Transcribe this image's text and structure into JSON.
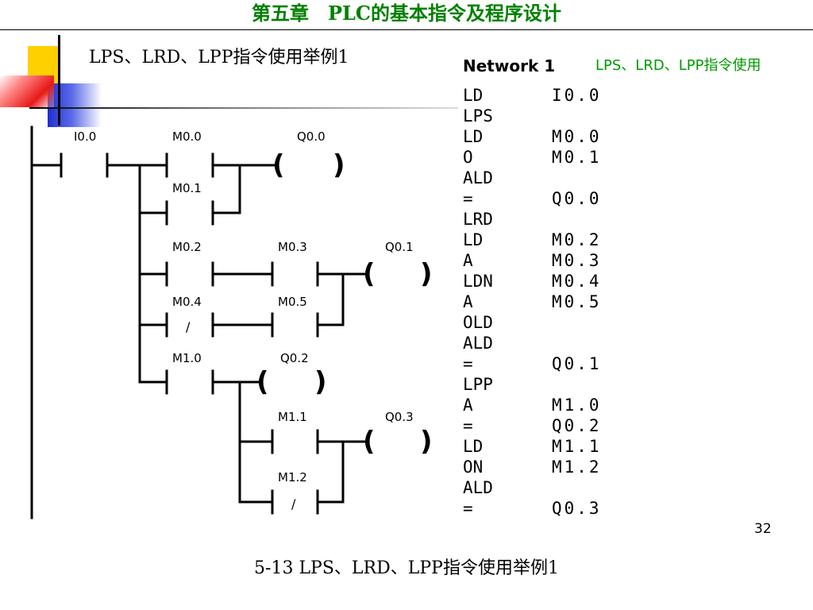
{
  "header": {
    "chapter_title": "第五章　PLC的基本指令及程序设计"
  },
  "slide": {
    "subtitle": "LPS、LRD、LPP指令使用举例1",
    "page_number": "32"
  },
  "caption": "5-13 LPS、LRD、LPP指令使用举例1",
  "ladder": {
    "labels": {
      "i00": "I0.0",
      "m00": "M0.0",
      "m01": "M0.1",
      "q00": "Q0.0",
      "m02": "M0.2",
      "m03": "M0.3",
      "q01": "Q0.1",
      "m04": "M0.4",
      "m05": "M0.5",
      "m10": "M1.0",
      "q02": "Q0.2",
      "m11": "M1.1",
      "q03": "Q0.3",
      "m12": "M1.2"
    },
    "negation_mark": "/",
    "coil_open": "(",
    "coil_close": ")"
  },
  "program": {
    "network_title": "Network 1",
    "network_comment": "LPS、LRD、LPP指令使用",
    "lines": [
      {
        "op": "LD",
        "arg": "I0.0"
      },
      {
        "op": "LPS",
        "arg": ""
      },
      {
        "op": "LD",
        "arg": "M0.0"
      },
      {
        "op": "O",
        "arg": "M0.1"
      },
      {
        "op": "ALD",
        "arg": ""
      },
      {
        "op": "=",
        "arg": "Q0.0"
      },
      {
        "op": "LRD",
        "arg": ""
      },
      {
        "op": "LD",
        "arg": "M0.2"
      },
      {
        "op": "A",
        "arg": "M0.3"
      },
      {
        "op": "LDN",
        "arg": "M0.4"
      },
      {
        "op": "A",
        "arg": "M0.5"
      },
      {
        "op": "OLD",
        "arg": ""
      },
      {
        "op": "ALD",
        "arg": ""
      },
      {
        "op": "=",
        "arg": "Q0.1"
      },
      {
        "op": "LPP",
        "arg": ""
      },
      {
        "op": "A",
        "arg": "M1.0"
      },
      {
        "op": "=",
        "arg": "Q0.2"
      },
      {
        "op": "LD",
        "arg": "M1.1"
      },
      {
        "op": "ON",
        "arg": "M1.2"
      },
      {
        "op": "ALD",
        "arg": ""
      },
      {
        "op": "=",
        "arg": "Q0.3"
      }
    ]
  }
}
